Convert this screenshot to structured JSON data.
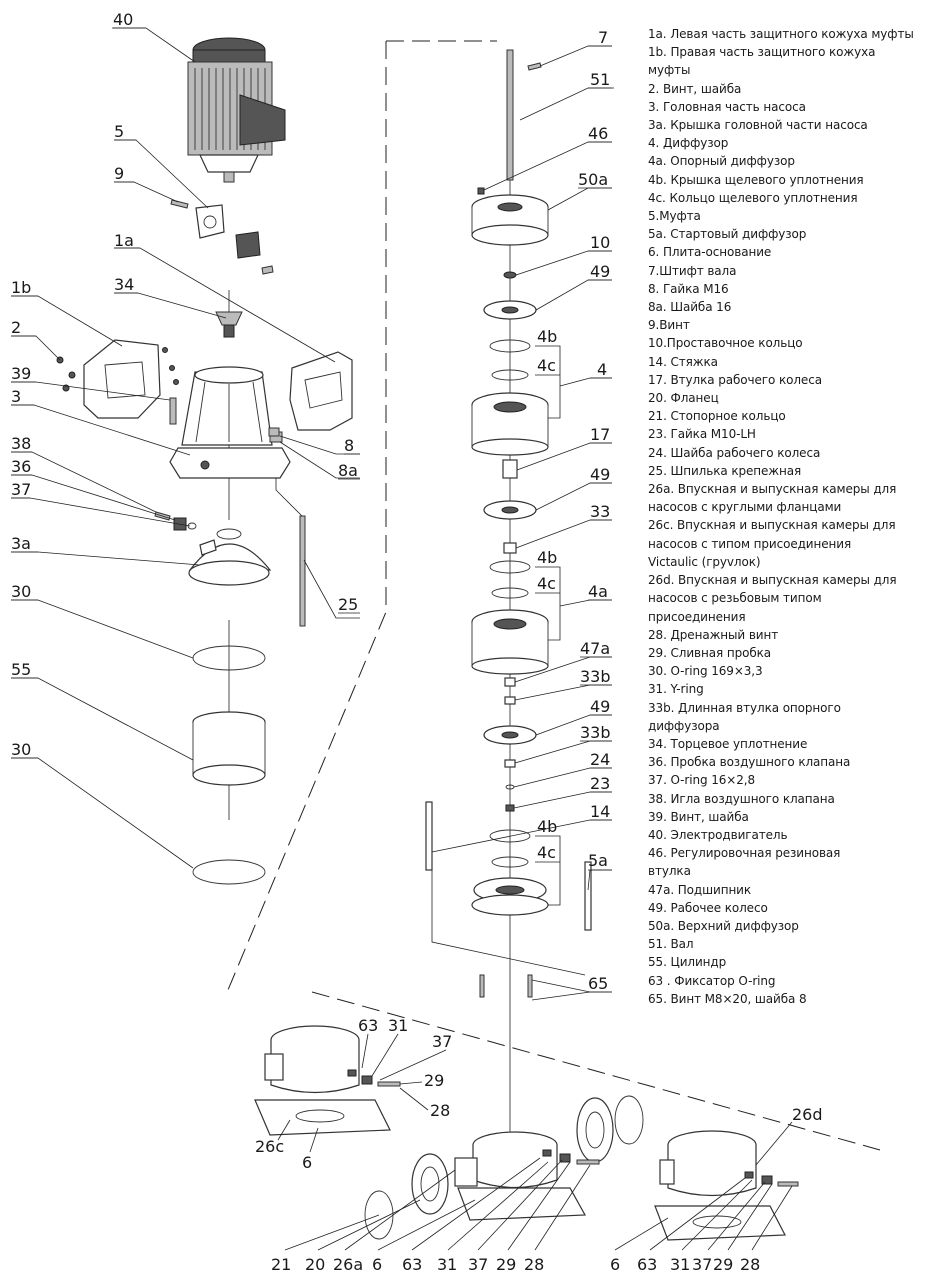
{
  "legend": [
    "1a. Левая часть защитного кожуха муфты",
    "1b. Правая часть защитного кожуха",
    "муфты",
    "2. Винт, шайба",
    "3. Головная часть насоса",
    "3a. Крышка головной части насоса",
    "4. Диффузор",
    "4a. Опорный диффузор",
    "4b. Крышка щелевого уплотнения",
    "4c. Кольцо щелевого уплотнения",
    "5.Муфта",
    "5a. Стартовый диффузор",
    "6. Плита-основание",
    "7.Штифт вала",
    "8. Гайка М16",
    "8a. Шайба 16",
    "9.Винт",
    "10.Проставочное кольцо",
    "14. Стяжка",
    "17. Втулка рабочего колеса",
    "20. Фланец",
    "21. Стопорное кольцо",
    "23. Гайка M10-LH",
    "24. Шайба рабочего колеса",
    "25. Шпилька крепежная",
    "26a. Впускная и выпускная камеры для",
    "насосов с круглыми фланцами",
    "26c. Впускная и выпускная камеры для",
    "насосов с типом присоединения",
    "Victaulic (груvлок)",
    "26d. Впускная и выпускная камеры для",
    "насосов с резьбовым типом",
    "присоединения",
    "28. Дренажный винт",
    "29. Сливная пробка",
    "30. O-ring 169×3,3",
    "31. Y-ring",
    "33b. Длинная втулка опорного",
    "диффузора",
    "34. Торцевое уплотнение",
    "36. Пробка воздушного клапана",
    "37. O-ring 16×2,8",
    "38. Игла воздушного клапана",
    "39. Винт, шайба",
    "40. Электродвигатель",
    "46. Регулировочная резиновая",
    "втулка",
    "47a. Подшипник",
    "49. Рабочее колесо",
    "50a. Верхний диффузор",
    "51. Вал",
    "55. Цилиндр",
    "63 . Фиксатор O-ring",
    "65. Винт M8×20, шайба 8"
  ],
  "labels": {
    "l40": "40",
    "l5": "5",
    "l9": "9",
    "l1a": "1a",
    "l34": "34",
    "l1b": "1b",
    "l2": "2",
    "l39": "39",
    "l3": "3",
    "l8": "8",
    "l8a": "8a",
    "l38": "38",
    "l36": "36",
    "l37": "37",
    "l3a": "3a",
    "l25": "25",
    "l30a": "30",
    "l55": "55",
    "l30b": "30",
    "l7": "7",
    "l51": "51",
    "l46": "46",
    "l50a": "50a",
    "l10": "10",
    "l49a": "49",
    "l4b_1": "4b",
    "l4c_1": "4c",
    "l4": "4",
    "l17": "17",
    "l49b": "49",
    "l33": "33",
    "l4b_2": "4b",
    "l4c_2": "4c",
    "l4a": "4a",
    "l47a": "47a",
    "l33b_1": "33b",
    "l49c": "49",
    "l33b_2": "33b",
    "l24": "24",
    "l23": "23",
    "l14": "14",
    "l4b_3": "4b",
    "l4c_3": "4c",
    "l5a": "5a",
    "l65": "65",
    "l63a": "63",
    "l31a": "31",
    "l37b": "37",
    "l29a": "29",
    "l28a": "28",
    "l26c": "26c",
    "l6a": "6",
    "l26d": "26d",
    "b21": "21",
    "b20": "20",
    "b26a": "26a",
    "b6": "6",
    "b63": "63",
    "b31": "31",
    "b37": "37",
    "b29": "29",
    "b28": "28",
    "c6": "6",
    "c63": "63",
    "c31": "31",
    "c37": "37",
    "c29": "29",
    "c28": "28"
  }
}
